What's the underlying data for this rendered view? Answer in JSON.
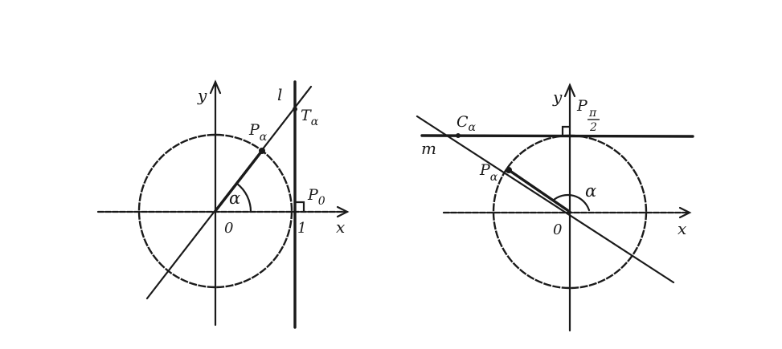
{
  "figures": {
    "left": {
      "labels": {
        "y_axis": "y",
        "x_axis": "x",
        "origin": "0",
        "one": "1",
        "line_l": "l",
        "angle": "α",
        "P_alpha_main": "P",
        "P_alpha_sub": "α",
        "T_alpha_main": "T",
        "T_alpha_sub": "α",
        "P0_main": "P",
        "P0_sub": "0"
      }
    },
    "right": {
      "labels": {
        "y_axis": "y",
        "x_axis": "x",
        "origin": "0",
        "line_m": "m",
        "angle": "α",
        "P_alpha_main": "P",
        "P_alpha_sub": "α",
        "C_alpha_main": "C",
        "C_alpha_sub": "α",
        "Ppi2_main": "P",
        "Ppi2_num": "π",
        "Ppi2_den": "2"
      }
    }
  }
}
